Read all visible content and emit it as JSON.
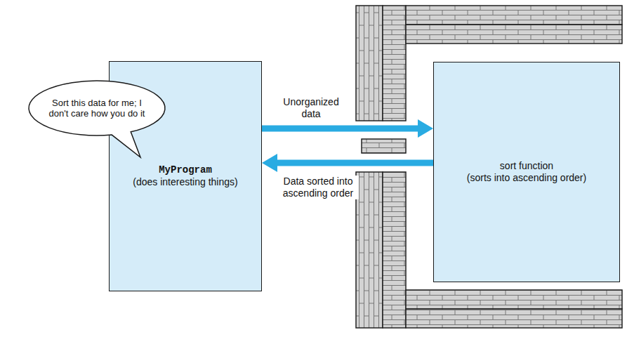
{
  "diagram": {
    "nodes": [
      {
        "text": [
          "Sort this data for me; I don't care how you do it"
        ]
      },
      {
        "text": [
          "MyProgram",
          "(does interesting things)"
        ]
      },
      {
        "text": [
          "sort function",
          "(sorts into ascending order)"
        ]
      }
    ],
    "edges": [
      {
        "from": 1,
        "to": 2,
        "arrow": "to",
        "label": "Unorganized data"
      },
      {
        "from": 2,
        "to": 1,
        "arrow": "to",
        "label": "Data sorted into ascending order"
      }
    ]
  }
}
